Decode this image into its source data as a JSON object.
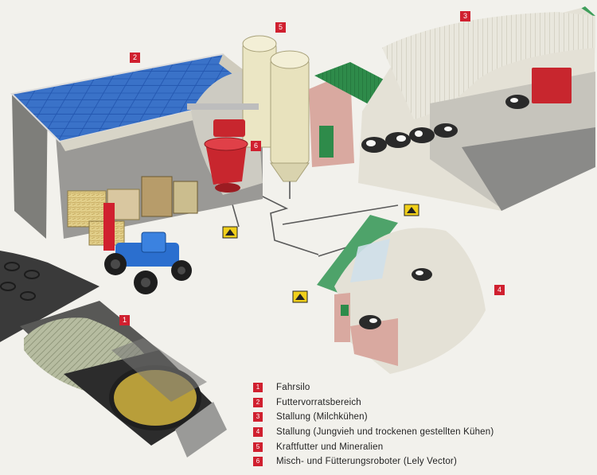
{
  "colors": {
    "badge": "#d0202f",
    "roof_green": "#2e8b4a",
    "solar_blue": "#1f4fa0",
    "tractor_blue": "#2b6fcf",
    "robot_red": "#c8262e",
    "wall_pink": "#d9a9a0",
    "silo": "#ece7c8",
    "wall_grey": "#8a8a88"
  },
  "markers": {
    "m1": "1",
    "m2": "2",
    "m3": "3",
    "m4": "4",
    "m5": "5",
    "m6": "6"
  },
  "legend": [
    {
      "num": "1",
      "text": "Fahrsilo"
    },
    {
      "num": "2",
      "text": "Futtervorratsbereich"
    },
    {
      "num": "3",
      "text": "Stallung (Milchkühen)"
    },
    {
      "num": "4",
      "text": "Stallung (Jungvieh und trockenen gestellten Kühen)"
    },
    {
      "num": "5",
      "text": "Kraftfutter und Mineralien"
    },
    {
      "num": "6",
      "text": "Misch- und Fütterungsroboter (Lely Vector)"
    }
  ],
  "icons": {
    "route_marker": "warning-triangle-icon"
  }
}
